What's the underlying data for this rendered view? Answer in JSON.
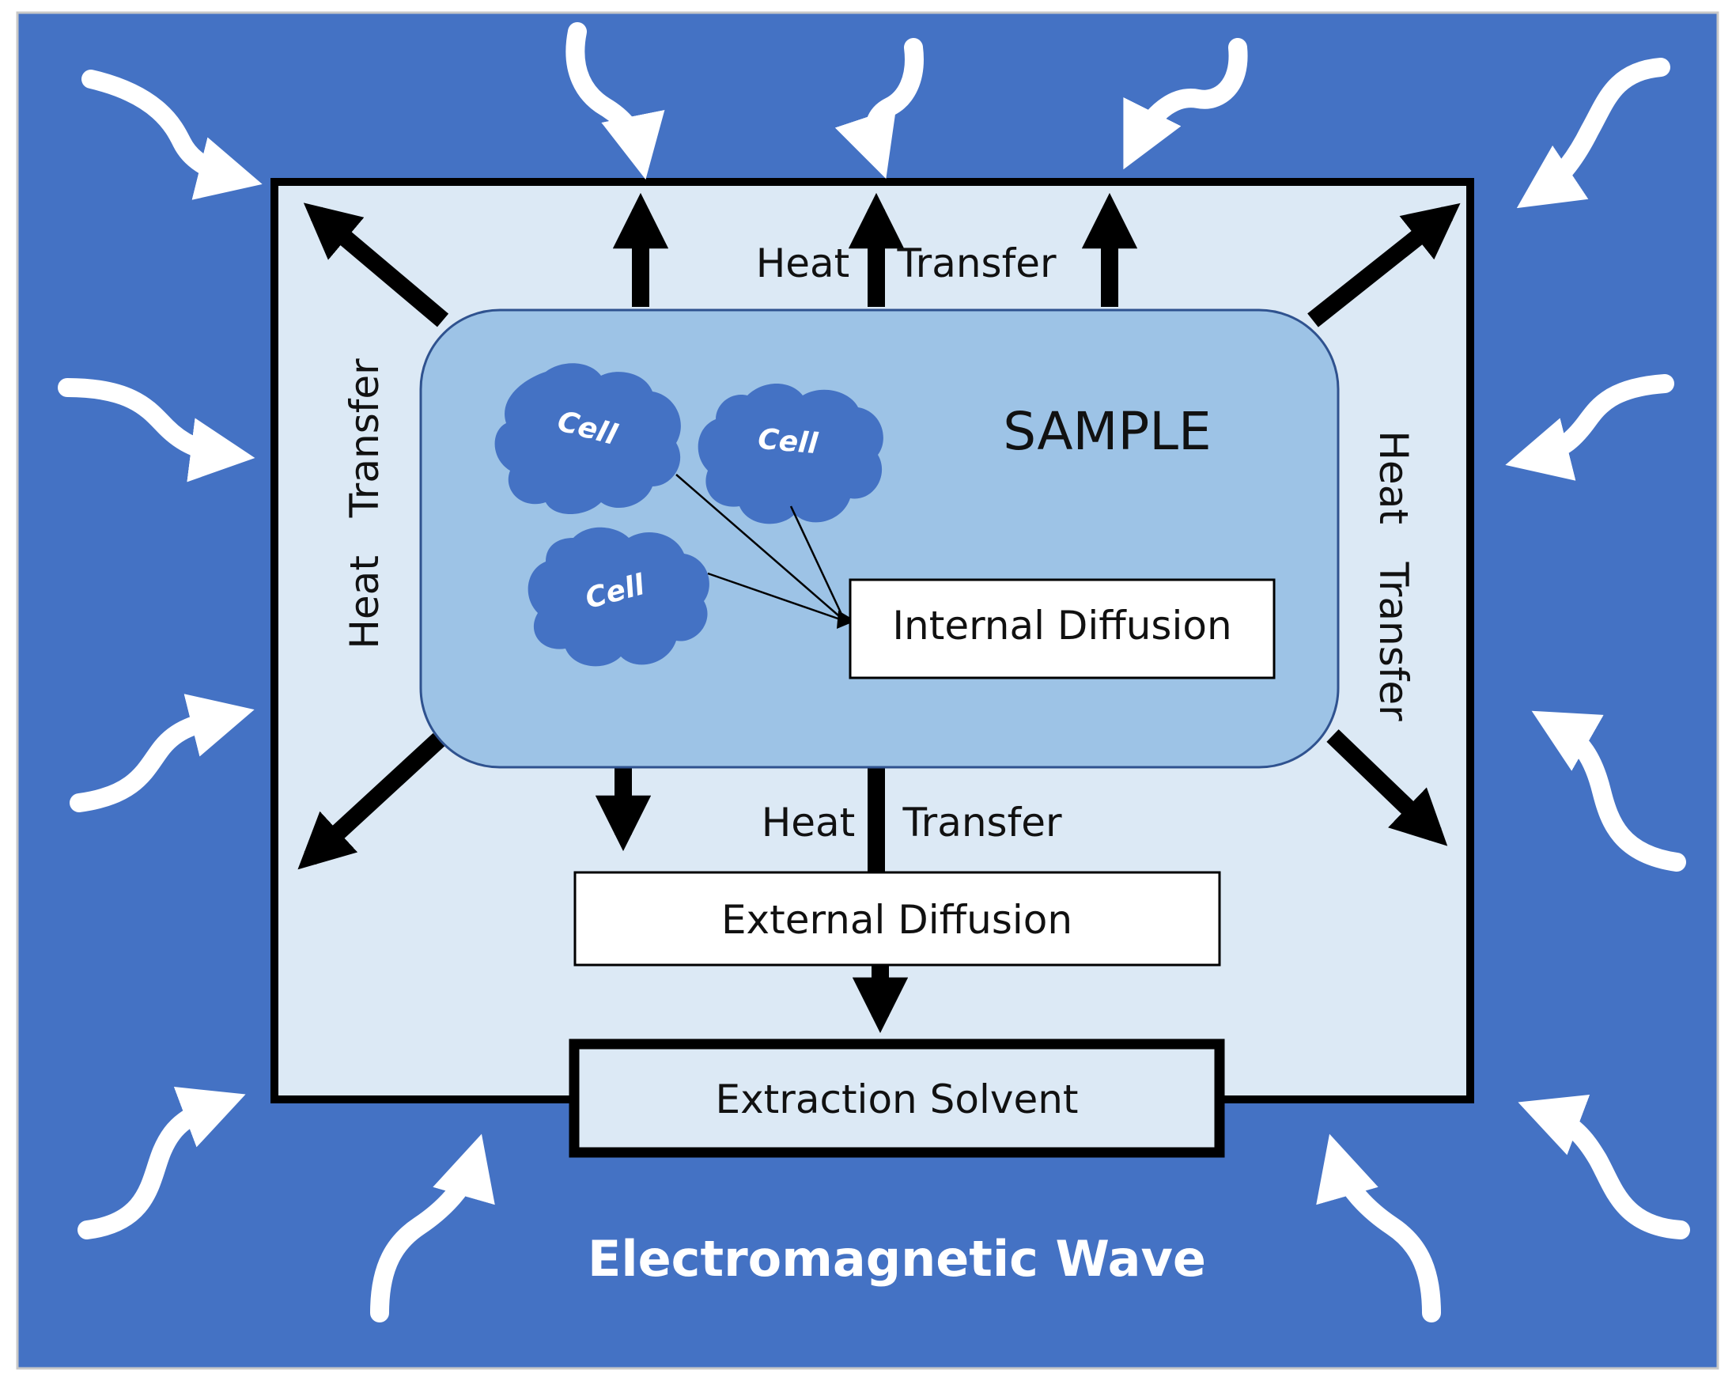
{
  "labels": {
    "heat_transfer_top_a": "Heat",
    "heat_transfer_top_b": "Transfer",
    "heat_transfer_bottom_a": "Heat",
    "heat_transfer_bottom_b": "Transfer",
    "heat_transfer_left": "Heat   Transfer",
    "heat_transfer_right": "Heat   Transfer",
    "sample": "SAMPLE",
    "internal_diffusion": "Internal Diffusion",
    "external_diffusion": "External Diffusion",
    "extraction_solvent": "Extraction Solvent",
    "electromagnetic_wave": "Electromagnetic Wave",
    "cell_1": "Cell",
    "cell_2": "Cell",
    "cell_3": "Cell"
  },
  "colors": {
    "outer_background": "#4472c4",
    "vessel_fill": "#dce9f5",
    "sample_fill": "#9dc3e6",
    "cell_fill": "#4472c4",
    "arrow_black": "#000000",
    "arrow_white": "#ffffff"
  }
}
